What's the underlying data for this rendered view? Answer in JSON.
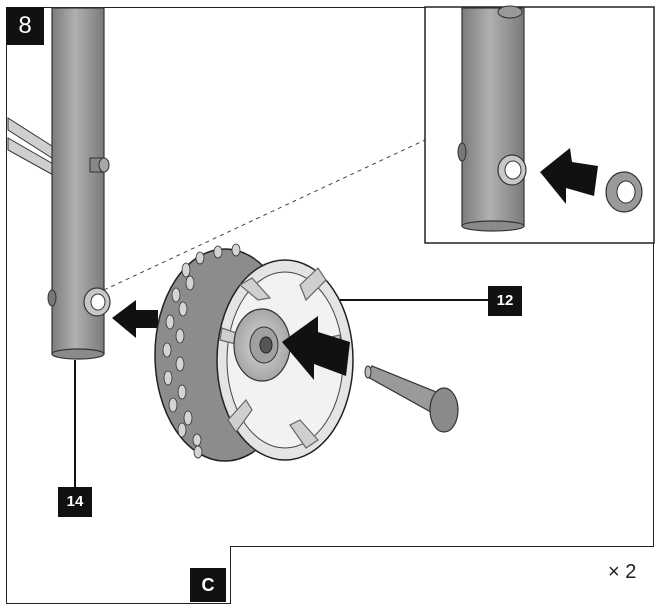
{
  "step": {
    "number": "8"
  },
  "callouts": {
    "wheel": "12",
    "leg": "14"
  },
  "parts": {
    "kit_label": "C",
    "quantity": "× 2"
  },
  "colors": {
    "metal": "#9a9a9a",
    "metal_dark": "#6e6e6e",
    "ink": "#111111",
    "tire": "#8e8e8e",
    "hub": "#bdbdbd"
  },
  "icons": [
    "wheel-icon",
    "axle-bolt-icon",
    "washer-icon",
    "cotter-pin-icon",
    "arrow-icon"
  ]
}
